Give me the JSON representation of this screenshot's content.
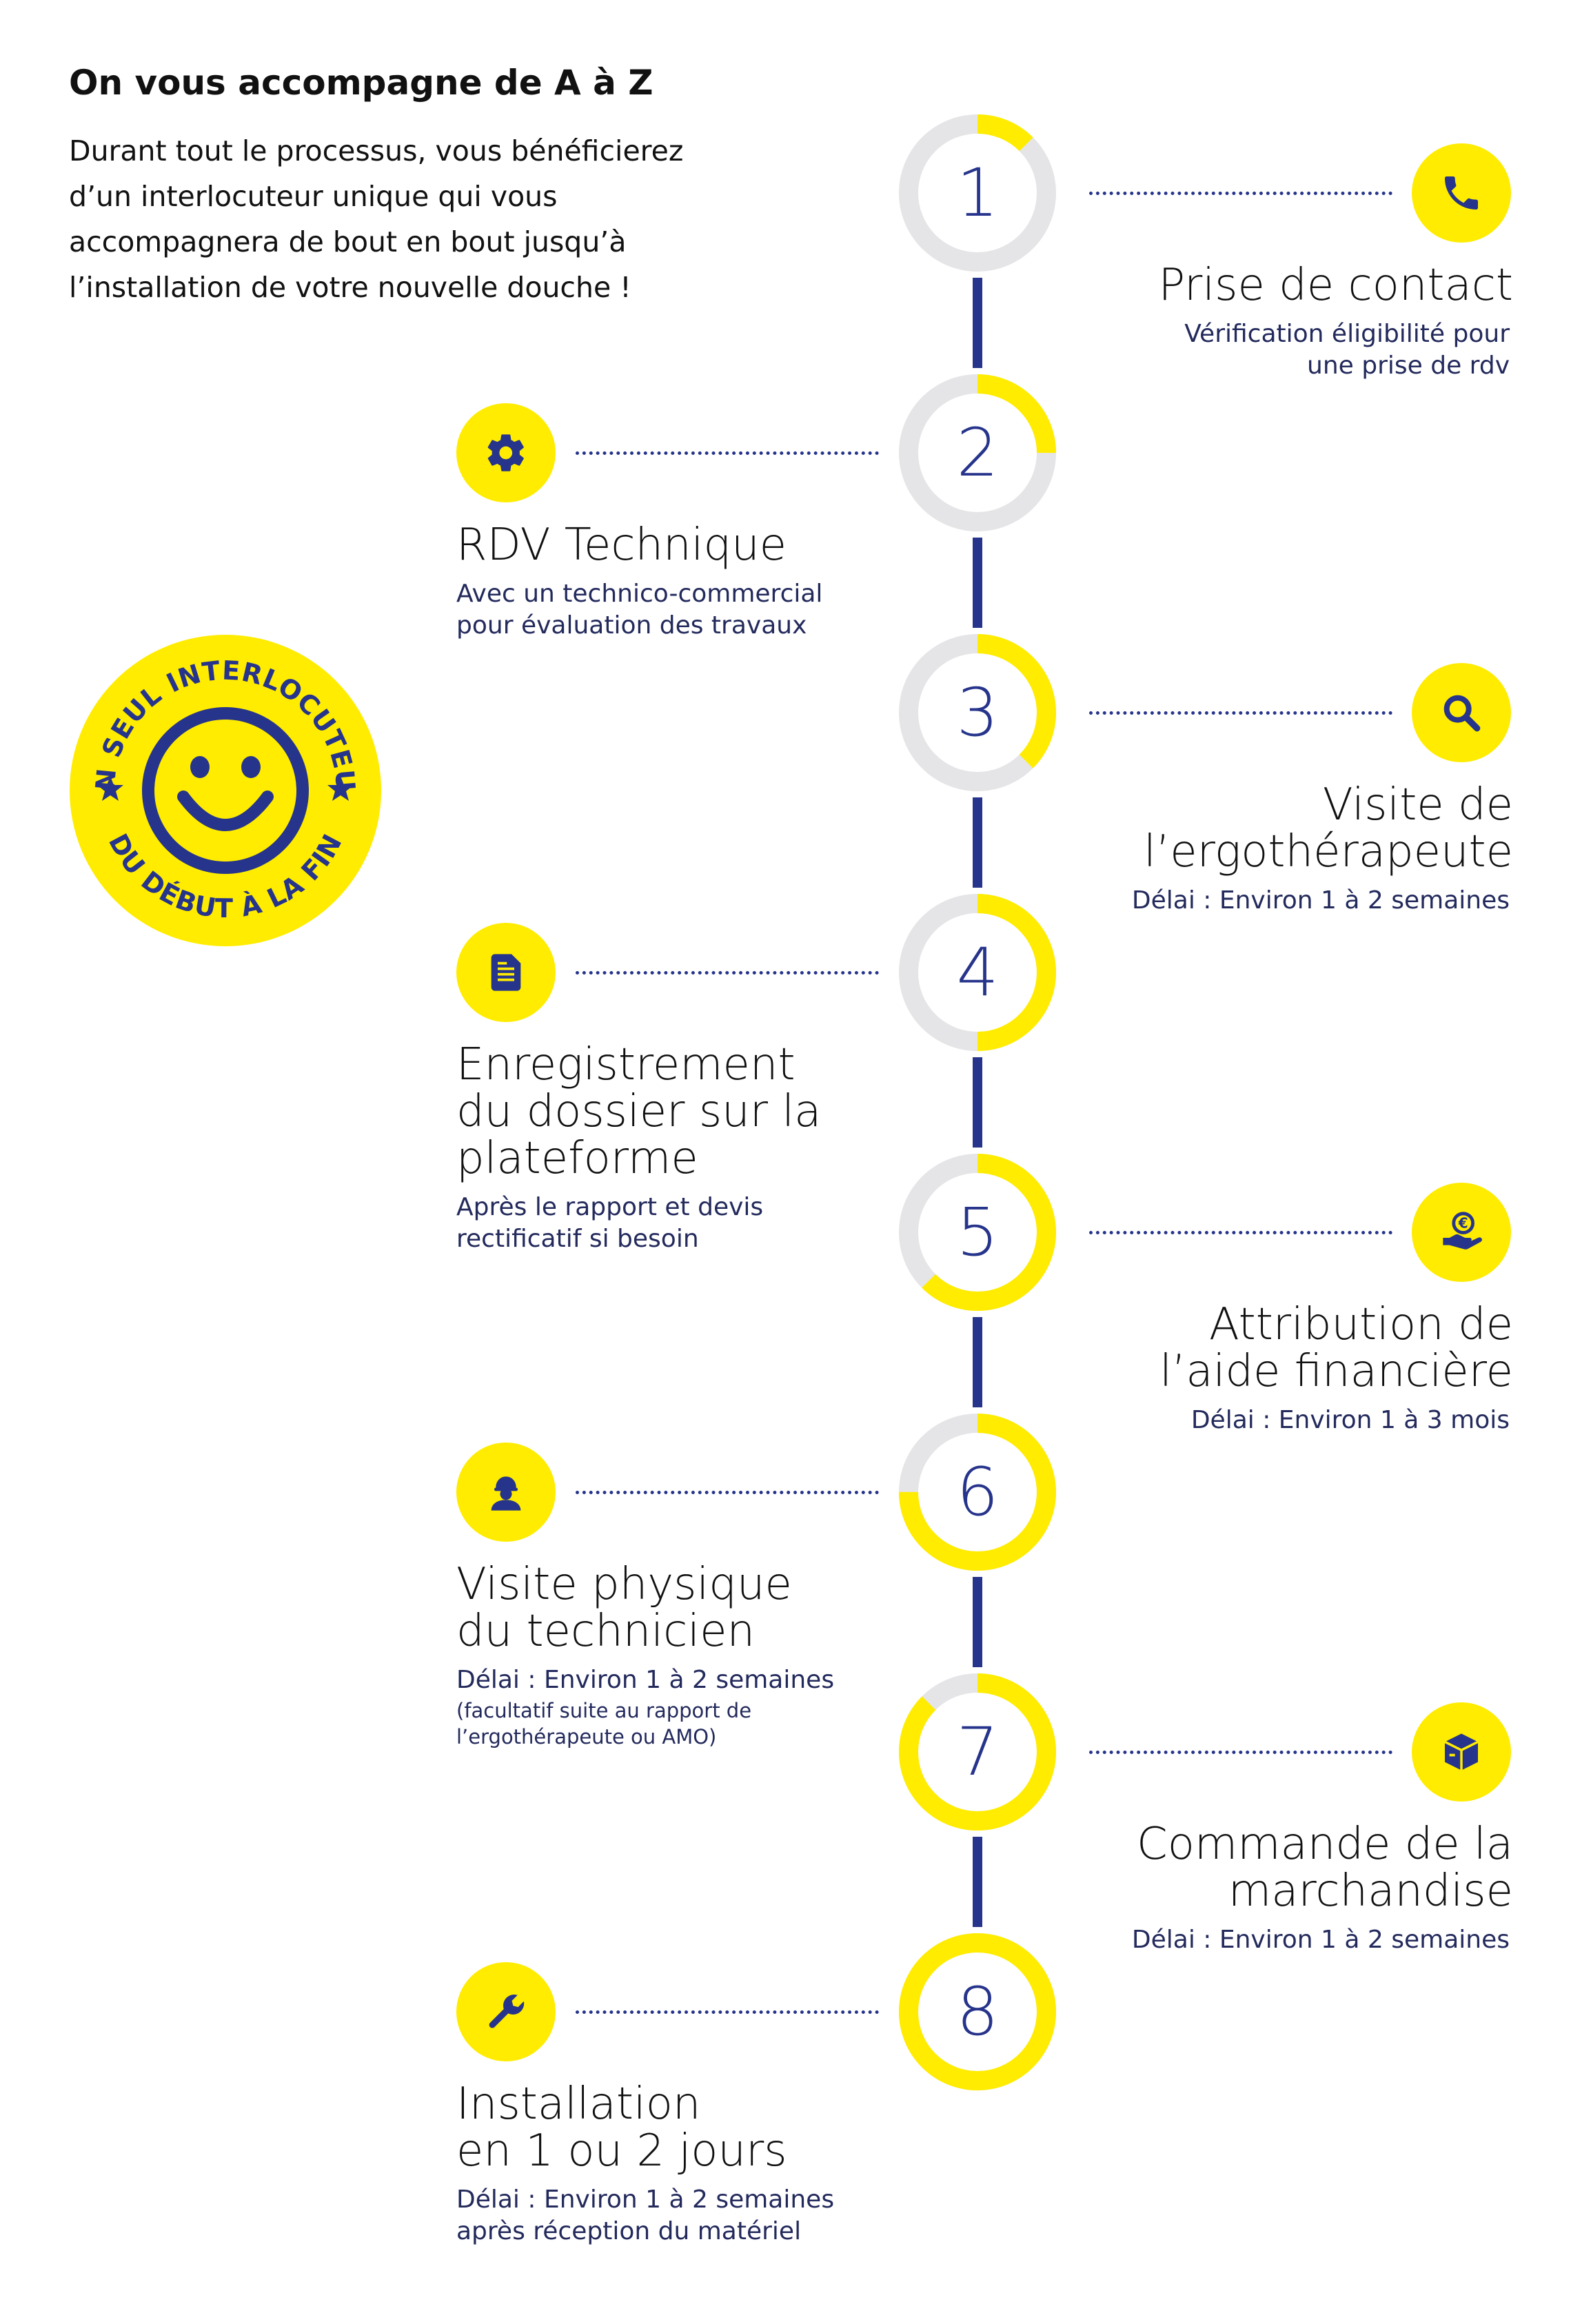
{
  "colors": {
    "navy": "#26348b",
    "yellow": "#ffec00",
    "ring_grey": "#e5e5e8",
    "text": "#111111"
  },
  "intro": {
    "title": "On vous accompagne de A à Z",
    "lines": [
      "Durant tout le processus, vous bénéficierez",
      "d’un interlocuteur unique qui vous",
      "accompagnera de bout en bout jusqu’à",
      "l’installation de votre nouvelle douche !"
    ]
  },
  "badge": {
    "top_text": "UN SEUL INTERLOCUTEUR",
    "bottom_text": "DU DÉBUT À LA FIN",
    "icon": "smiley-icon"
  },
  "steps": [
    {
      "number": "1",
      "progress": 0.125,
      "side": "right",
      "icon": "phone-icon",
      "title": [
        "Prise de contact"
      ],
      "subtitle": [
        "Vérification éligibilité pour",
        "une prise de rdv"
      ],
      "note": []
    },
    {
      "number": "2",
      "progress": 0.25,
      "side": "left",
      "icon": "gear-icon",
      "title": [
        "RDV Technique"
      ],
      "subtitle": [
        "Avec un technico-commercial",
        "pour évaluation des travaux"
      ],
      "note": []
    },
    {
      "number": "3",
      "progress": 0.375,
      "side": "right",
      "icon": "search-icon",
      "title": [
        "Visite de",
        "l’ergothérapeute"
      ],
      "subtitle": [
        "Délai : Environ 1 à 2 semaines"
      ],
      "note": []
    },
    {
      "number": "4",
      "progress": 0.5,
      "side": "left",
      "icon": "document-icon",
      "title": [
        "Enregistrement",
        "du dossier sur la",
        "plateforme"
      ],
      "subtitle": [
        "Après le rapport et devis",
        "rectificatif si besoin"
      ],
      "note": []
    },
    {
      "number": "5",
      "progress": 0.625,
      "side": "right",
      "icon": "euro-hand-icon",
      "title": [
        "Attribution de",
        "l’aide financière"
      ],
      "subtitle": [
        "Délai : Environ 1 à 3 mois"
      ],
      "note": []
    },
    {
      "number": "6",
      "progress": 0.75,
      "side": "left",
      "icon": "technician-icon",
      "title": [
        "Visite physique",
        "du technicien"
      ],
      "subtitle": [
        "Délai : Environ 1 à 2 semaines"
      ],
      "note": [
        "(facultatif suite au rapport de",
        "l’ergothérapeute ou AMO)"
      ]
    },
    {
      "number": "7",
      "progress": 0.875,
      "side": "right",
      "icon": "box-icon",
      "title": [
        "Commande de la",
        "marchandise"
      ],
      "subtitle": [
        "Délai : Environ 1 à 2 semaines"
      ],
      "note": []
    },
    {
      "number": "8",
      "progress": 1.0,
      "side": "left",
      "icon": "wrench-icon",
      "title": [
        "Installation",
        "en 1 ou 2 jours"
      ],
      "subtitle": [
        "Délai : Environ 1 à 2 semaines",
        "après réception du matériel"
      ],
      "note": []
    }
  ]
}
